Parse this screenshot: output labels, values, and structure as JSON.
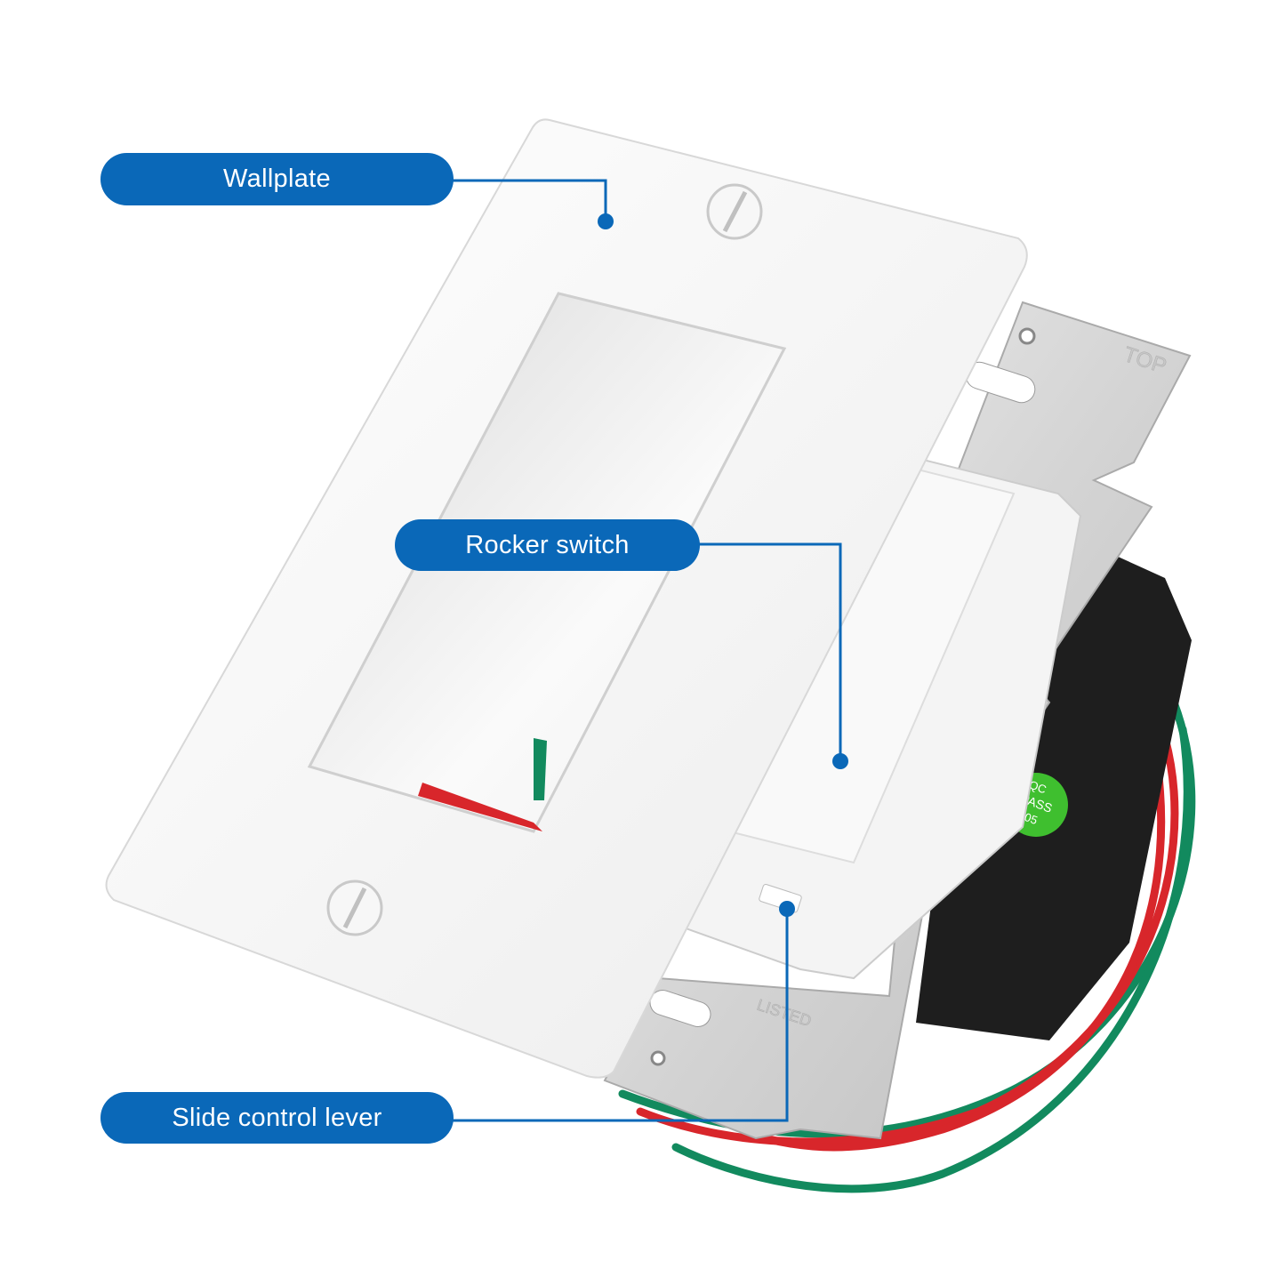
{
  "callouts": {
    "wallplate": "Wallplate",
    "rocker_switch": "Rocker switch",
    "slide_lever": "Slide control lever"
  },
  "product_markings": {
    "top": "TOP",
    "qc_badge": [
      "QC",
      "PASS",
      "05"
    ],
    "listed": "LISTED"
  },
  "colors": {
    "callout_blue": "#0a68b8",
    "wire_red": "#d8262b",
    "wire_green": "#128a5e",
    "wire_black": "#1c1c1c",
    "qc_badge_green": "#3fbf2f"
  }
}
